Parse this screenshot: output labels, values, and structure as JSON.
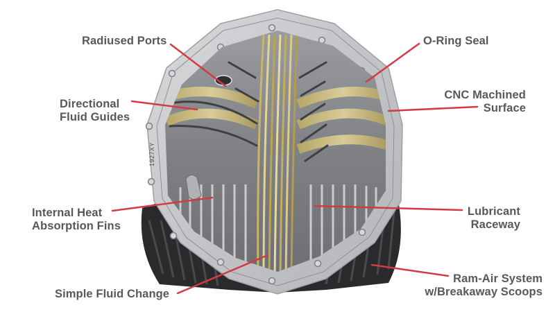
{
  "diagram": {
    "subject": "differential cover cutaway",
    "casting_mark": "1927XY",
    "colors": {
      "background": "#ffffff",
      "label_text": "#56585b",
      "leader_line": "#d23a44",
      "cover_frame": "#c9cacc",
      "cover_inner": "#8d8f93",
      "fluid_streak": "#d8c98a",
      "rubber_scoops": "#2a2a2c"
    },
    "callouts": [
      {
        "id": "radiused-ports",
        "lines": [
          "Radiused Ports"
        ],
        "side": "left"
      },
      {
        "id": "directional-fluid-guides",
        "lines": [
          "Directional",
          "Fluid Guides"
        ],
        "side": "left"
      },
      {
        "id": "internal-heat-absorption-fins",
        "lines": [
          "Internal Heat",
          "Absorption Fins"
        ],
        "side": "left"
      },
      {
        "id": "simple-fluid-change",
        "lines": [
          "Simple Fluid Change"
        ],
        "side": "left"
      },
      {
        "id": "o-ring-seal",
        "lines": [
          "O-Ring Seal"
        ],
        "side": "right"
      },
      {
        "id": "cnc-machined-surface",
        "lines": [
          "CNC Machined",
          "Surface"
        ],
        "side": "right"
      },
      {
        "id": "lubricant-raceway",
        "lines": [
          "Lubricant",
          "Raceway"
        ],
        "side": "right"
      },
      {
        "id": "ram-air-system",
        "lines": [
          "Ram-Air System",
          "w/Breakaway Scoops"
        ],
        "side": "right"
      }
    ]
  }
}
